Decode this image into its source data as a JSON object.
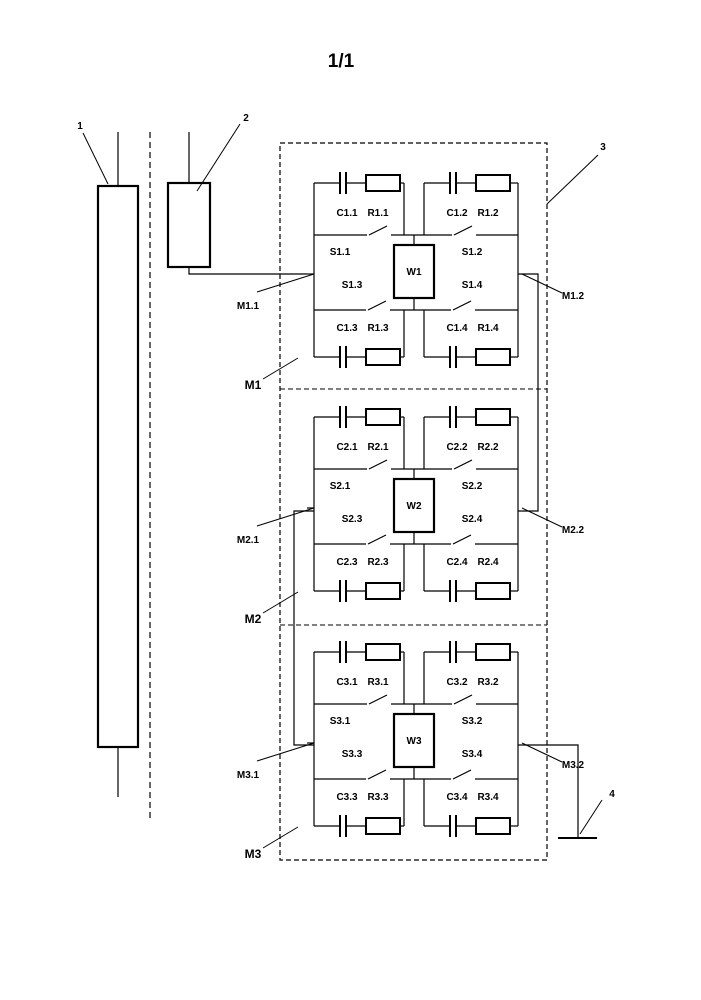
{
  "page_number": "1/1",
  "callouts": {
    "ref1": "1",
    "ref2": "2",
    "ref3": "3",
    "ref4": "4"
  },
  "modules": [
    {
      "name": "M1",
      "left_terminal": "M1.1",
      "right_terminal": "M1.2",
      "winding": "W1",
      "capacitors": [
        "C1.1",
        "C1.2",
        "C1.3",
        "C1.4"
      ],
      "resistors": [
        "R1.1",
        "R1.2",
        "R1.3",
        "R1.4"
      ],
      "switches": [
        "S1.1",
        "S1.2",
        "S1.3",
        "S1.4"
      ]
    },
    {
      "name": "M2",
      "left_terminal": "M2.1",
      "right_terminal": "M2.2",
      "winding": "W2",
      "capacitors": [
        "C2.1",
        "C2.2",
        "C2.3",
        "C2.4"
      ],
      "resistors": [
        "R2.1",
        "R2.2",
        "R2.3",
        "R2.4"
      ],
      "switches": [
        "S2.1",
        "S2.2",
        "S2.3",
        "S2.4"
      ]
    },
    {
      "name": "M3",
      "left_terminal": "M3.1",
      "right_terminal": "M3.2",
      "winding": "W3",
      "capacitors": [
        "C3.1",
        "C3.2",
        "C3.3",
        "C3.4"
      ],
      "resistors": [
        "R3.1",
        "R3.2",
        "R3.3",
        "R3.4"
      ],
      "switches": [
        "S3.1",
        "S3.2",
        "S3.3",
        "S3.4"
      ]
    }
  ]
}
